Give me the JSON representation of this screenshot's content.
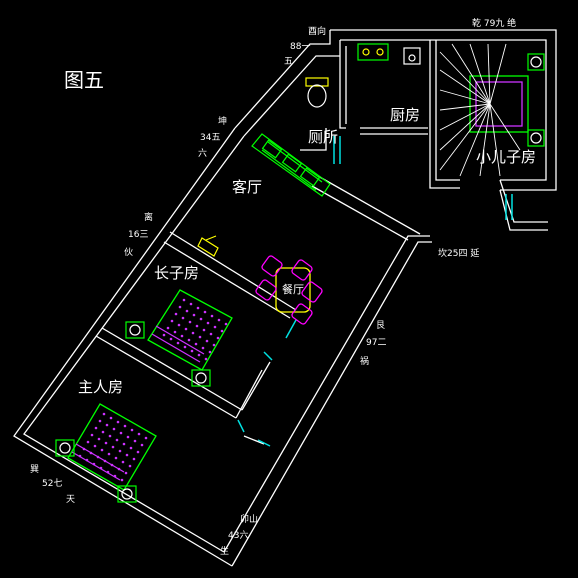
{
  "title": "图五",
  "rooms": {
    "kitchen": "厨房",
    "toilet": "厕所",
    "living": "客厅",
    "dining": "餐厅",
    "eldest_son": "长子房",
    "master": "主人房",
    "youngest_son": "小儿子房"
  },
  "orientation_labels": {
    "xi_you": [
      "酉向",
      "88一",
      "五"
    ],
    "kun": [
      "坤",
      "34五",
      "六"
    ],
    "li": [
      "离",
      "16三",
      "伙"
    ],
    "xun": [
      "巽",
      "52七",
      "天"
    ],
    "mao": [
      "卯山",
      "43六",
      "生"
    ],
    "gen": [
      "艮",
      "97二",
      "祸"
    ],
    "kan": "坎25四 延",
    "qian": "乾 79九 绝"
  },
  "colors": {
    "wall": "#ffffff",
    "furniture": "#00ff00",
    "fixture": "#00e0e0",
    "bed_dots": "#cc33ff",
    "stair": "#ffffff"
  }
}
